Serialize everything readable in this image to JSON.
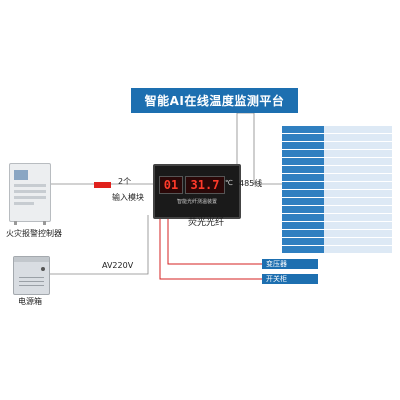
{
  "platform": {
    "title": "智能AI在线温度监测平台"
  },
  "labels": {
    "count": "2个",
    "input_module": "输入模块",
    "rs485": "485线",
    "fiber": "荧光光纤",
    "ac_power": "AV220V",
    "fire_panel": "火灾报警控制器",
    "power_box": "电源箱"
  },
  "controller": {
    "display_left": "01",
    "display_right": "31.7",
    "unit": "℃",
    "name": "智能光纤测温装置"
  },
  "outputs": {
    "transformer": "变压器",
    "switchgear": "开关柜"
  },
  "colors": {
    "accent_blue": "#1d6fb0",
    "connector_red": "#e0211c",
    "line_red": "#d42020"
  }
}
